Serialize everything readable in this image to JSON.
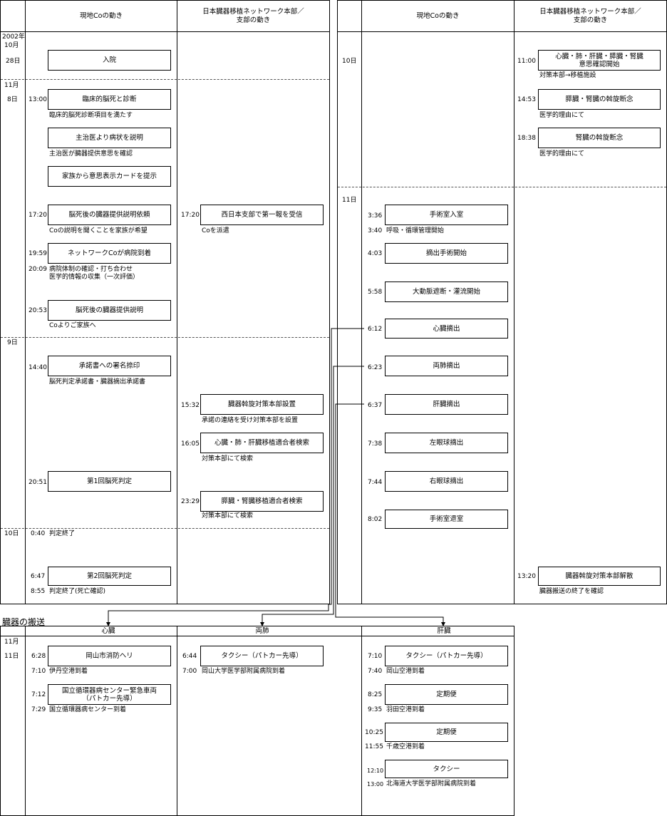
{
  "headers": {
    "local_co": "現地Coの動き",
    "network": "日本臓器移植ネットワーク本部／\n支部の動き"
  },
  "dates": {
    "year": "2002年",
    "oct": "10月",
    "oct28": "28日",
    "nov": "11月",
    "d8": "8日",
    "d9": "9日",
    "d10": "10日",
    "r_d10": "10日",
    "r_d11": "11日"
  },
  "left_local": [
    {
      "label": "入院"
    },
    {
      "time": "13:00",
      "label": "臨床的脳死と診断",
      "note": "臨床的脳死診断項目を満たす"
    },
    {
      "label": "主治医より病状を説明",
      "note": "主治医が臓器提供意思を確認"
    },
    {
      "label": "家族から意思表示カードを提示"
    },
    {
      "time": "17:20",
      "label": "脳死後の臓器提供説明依頼",
      "note": "Coの説明を聞くことを家族が希望"
    },
    {
      "time": "19:59",
      "label": "ネットワークCoが病院到着",
      "note_time": "20:09",
      "note": "病院体制の確認・打ち合わせ\n医学的情報の収集（一次評価）"
    },
    {
      "time": "20:53",
      "label": "脳死後の臓器提供説明",
      "note": "Coよりご家族へ"
    },
    {
      "time": "14:40",
      "label": "承諾書への署名捺印",
      "note": "脳死判定承諾書・臓器摘出承諾書"
    },
    {
      "time": "20:51",
      "label": "第1回脳死判定"
    },
    {
      "time": "0:40",
      "text": "判定終了"
    },
    {
      "time": "6:47",
      "label": "第2回脳死判定",
      "note_time": "8:55",
      "note": "判定終了(死亡確認)"
    }
  ],
  "left_network": [
    {
      "time": "17:20",
      "label": "西日本支部で第一報を受信",
      "note": "Coを派遣"
    },
    {
      "time": "15:32",
      "label": "臓器斡旋対策本部設置",
      "note": "承諾の連絡を受け対策本部を設置"
    },
    {
      "time": "16:05",
      "label": "心臓・肺・肝臓移植適合者検索",
      "note": "対策本部にて検索"
    },
    {
      "time": "23:29",
      "label": "膵臓・腎臓移植適合者検索",
      "note": "対策本部にて検索"
    }
  ],
  "right_local": [
    {
      "time": "3:36",
      "label": "手術室入室",
      "note_time": "3:40",
      "note": "呼吸・循環管理開始"
    },
    {
      "time": "4:03",
      "label": "摘出手術開始"
    },
    {
      "time": "5:58",
      "label": "大動脈遮断・灌流開始"
    },
    {
      "time": "6:12",
      "label": "心臓摘出"
    },
    {
      "time": "6:23",
      "label": "両肺摘出"
    },
    {
      "time": "6:37",
      "label": "肝臓摘出"
    },
    {
      "time": "7:38",
      "label": "左眼球摘出"
    },
    {
      "time": "7:44",
      "label": "右眼球摘出"
    },
    {
      "time": "8:02",
      "label": "手術室退室"
    }
  ],
  "right_network": [
    {
      "time": "11:00",
      "label": "心臓・肺・肝臓・膵臓・腎臓\n意思確認開始",
      "note": "対策本部→移植施設"
    },
    {
      "time": "14:53",
      "label": "膵臓・腎臓の斡旋断念",
      "note": "医学的理由にて"
    },
    {
      "time": "18:38",
      "label": "腎臓の斡旋断念",
      "note": "医学的理由にて"
    },
    {
      "time": "13:20",
      "label": "臓器斡旋対策本部解散",
      "note": "臓器搬送の終了を確認"
    }
  ],
  "transport": {
    "title": "臓器の搬送",
    "heart_header": "心臓",
    "lung_header": "両肺",
    "liver_header": "肝臓",
    "month": "11月",
    "day": "11日",
    "heart": [
      {
        "time": "6:28",
        "label": "岡山市消防ヘリ",
        "note_time": "7:10",
        "note": "伊丹空港到着"
      },
      {
        "time": "7:12",
        "label": "国立循環器病センター緊急車両\n（パトカー先導）",
        "note_time": "7:29",
        "note": "国立循環器病センター到着"
      }
    ],
    "lung": [
      {
        "time": "6:44",
        "label": "タクシー（パトカー先導）",
        "note_time": "7:00",
        "note": "岡山大学医学部附属病院到着"
      }
    ],
    "liver": [
      {
        "time": "7:10",
        "label": "タクシー（パトカー先導）",
        "note_time": "7:40",
        "note": "岡山空港到着"
      },
      {
        "time": "8:25",
        "label": "定期便",
        "note_time": "9:35",
        "note": "羽田空港到着"
      },
      {
        "time": "10:25",
        "label": "定期便",
        "note_time": "11:55",
        "note": "千歳空港到着"
      },
      {
        "time": "12:10",
        "label": "タクシー",
        "note_time": "13:00",
        "note": "北海道大学医学部附属病院到着"
      }
    ]
  }
}
